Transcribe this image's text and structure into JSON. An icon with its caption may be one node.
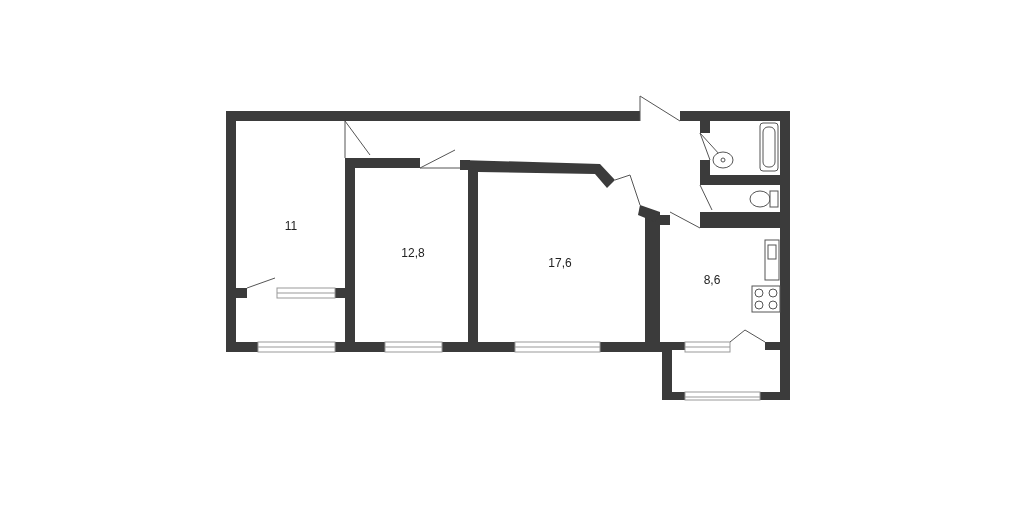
{
  "diagram": {
    "labels": [
      "11",
      "12,8",
      "17,6",
      "8,6"
    ]
  }
}
